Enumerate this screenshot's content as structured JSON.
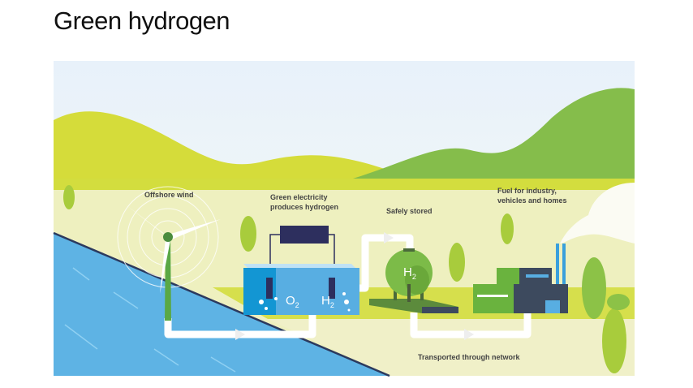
{
  "page": {
    "title": "Green hydrogen"
  },
  "diagram": {
    "labels": {
      "offshore_wind": "Offshore wind",
      "electricity_line1": "Green electricity",
      "electricity_line2": "produces hydrogen",
      "stored": "Safely stored",
      "fuel_line1": "Fuel for industry,",
      "fuel_line2": "vehicles and homes",
      "transported": "Transported through network"
    },
    "chem": {
      "oxygen": "O",
      "oxygen_sub": "2",
      "hydrogen": "H",
      "hydrogen_sub": "2",
      "tank_h": "H",
      "tank_sub": "2"
    },
    "colors": {
      "sky": "#eaf3fb",
      "hill_yellow": "#d5dc3a",
      "hill_green": "#85bd4b",
      "ground": "#eef0bf",
      "sea": "#5eb3e4",
      "navy": "#2d2f5e",
      "tree": "#9bc83e"
    }
  }
}
